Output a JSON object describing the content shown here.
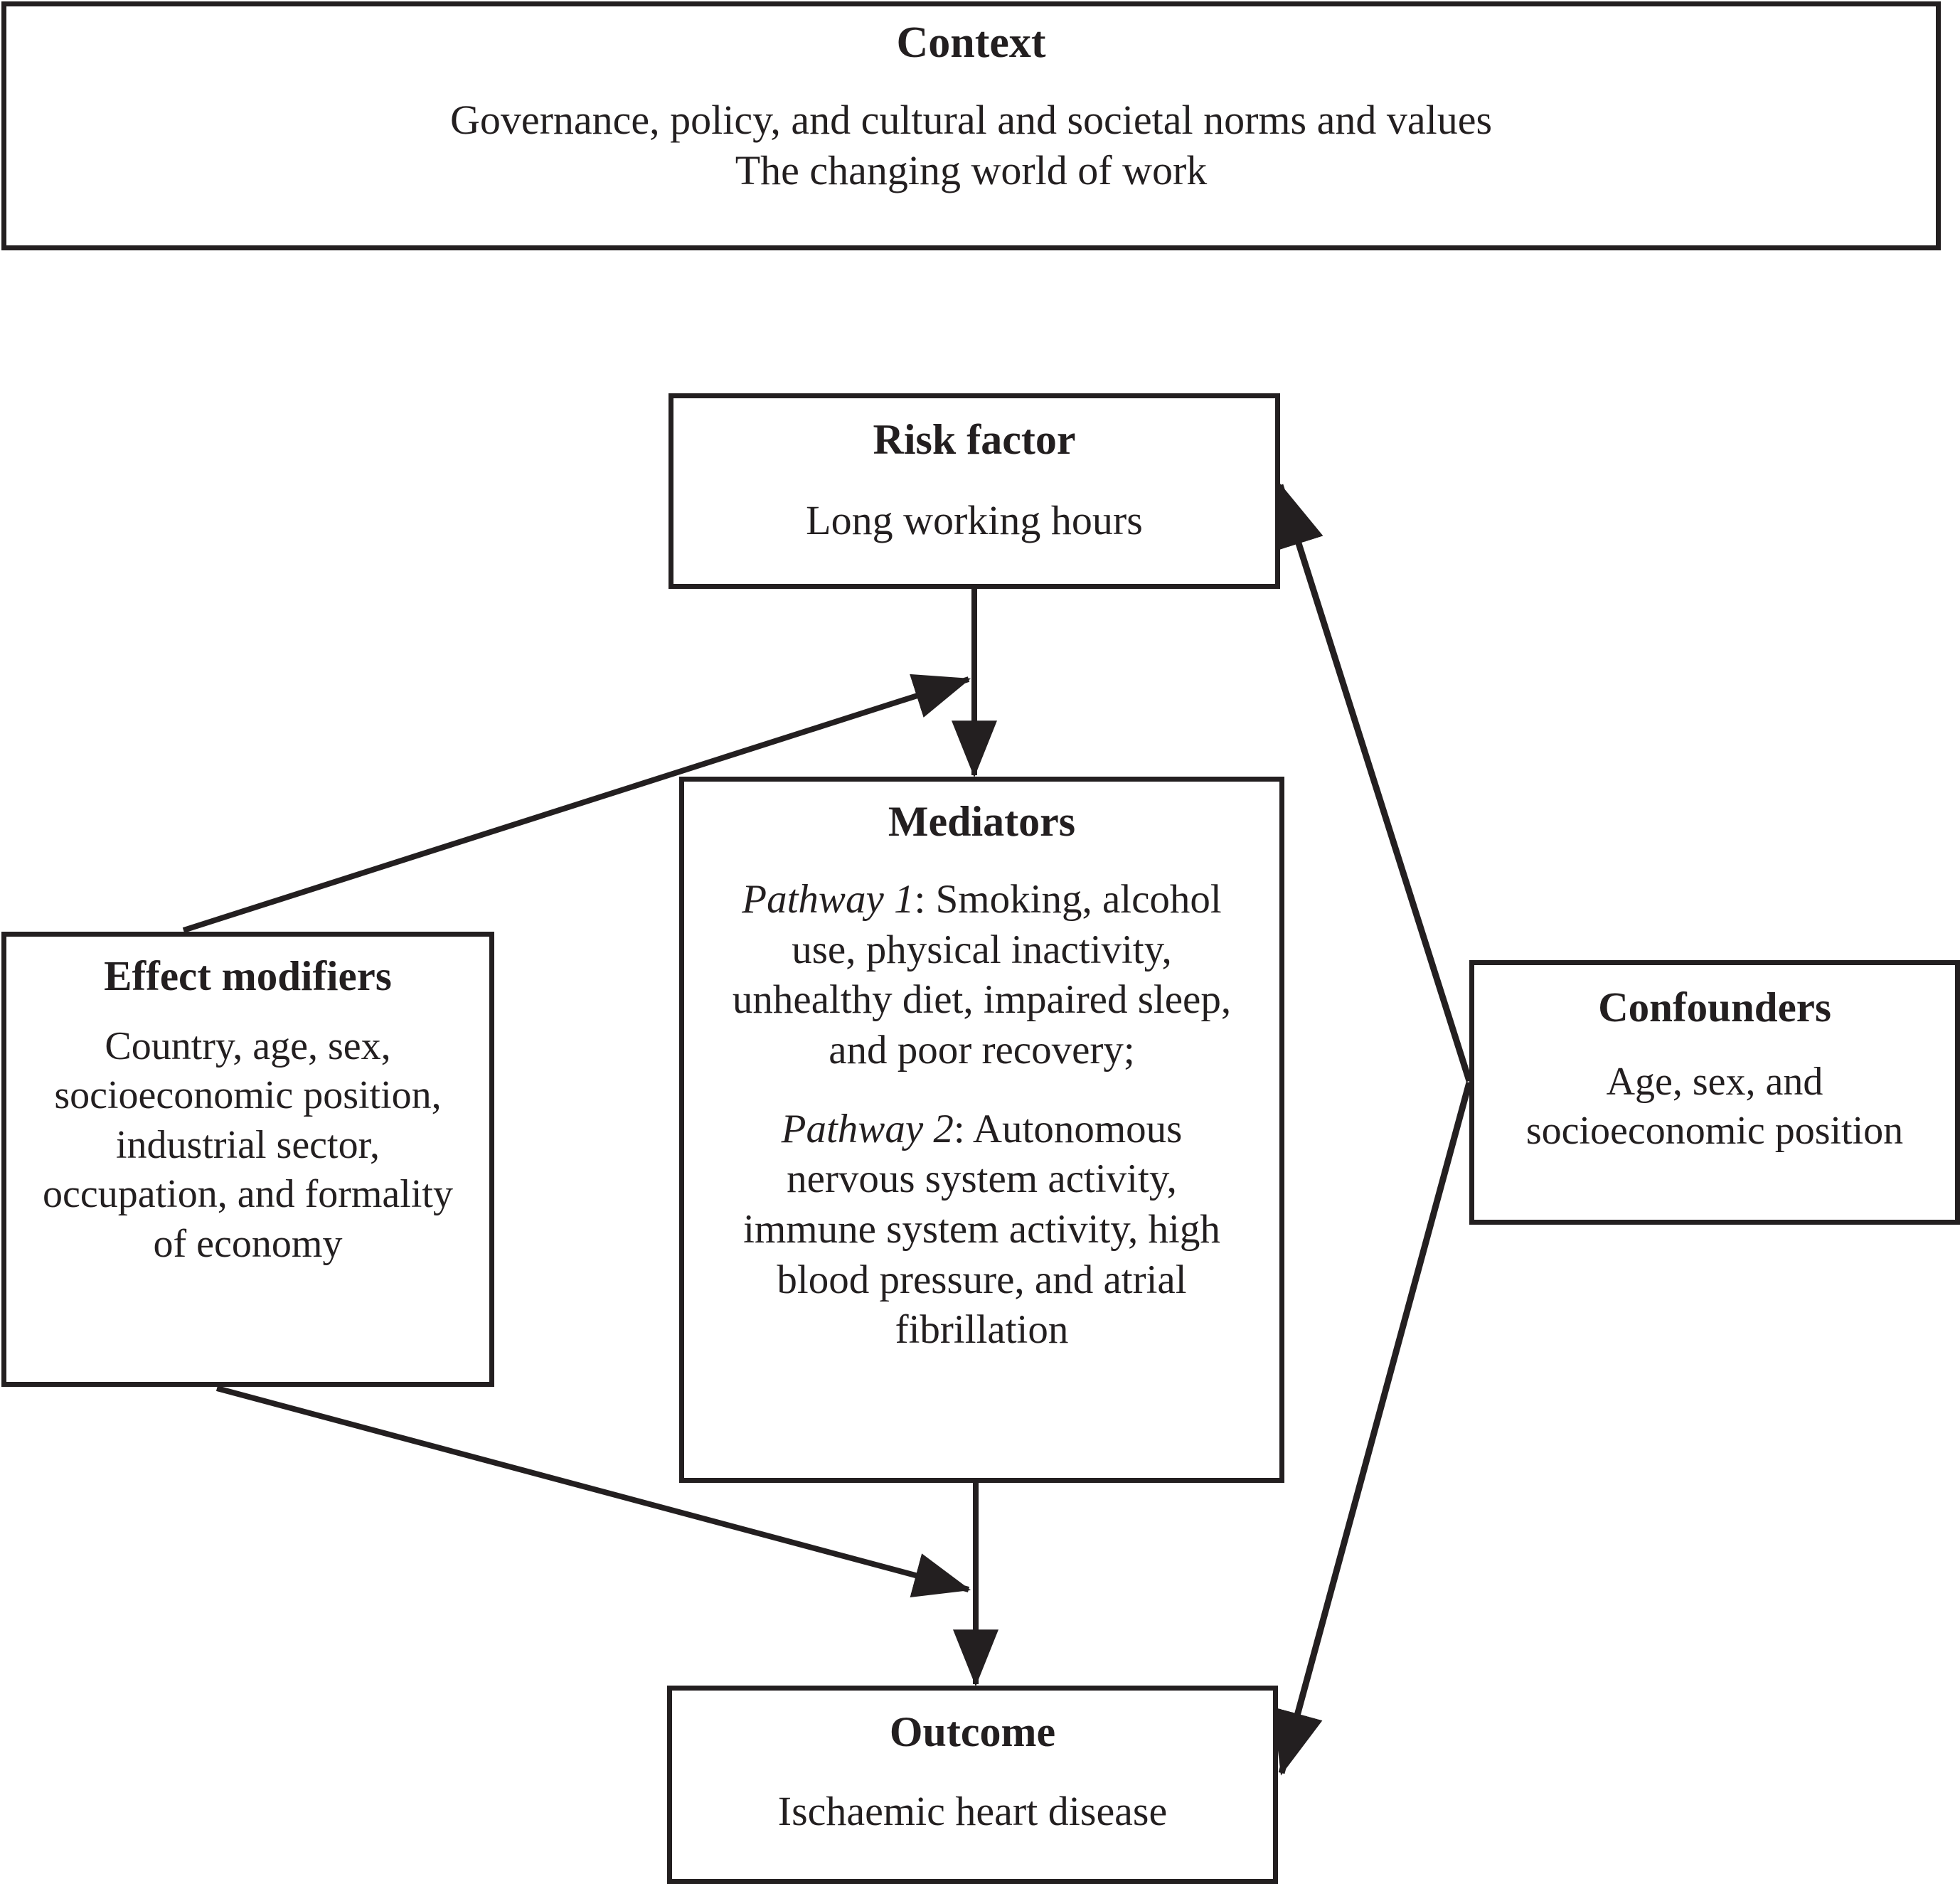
{
  "figure": {
    "type": "conceptual-framework-diagram",
    "boxes": {
      "context": {
        "title": "Context",
        "line1": "Governance, policy, and cultural and societal norms and values",
        "line2": "The changing world of work"
      },
      "risk_factor": {
        "title": "Risk factor",
        "body": "Long working hours"
      },
      "mediators": {
        "title": "Mediators",
        "pathway1_label": "Pathway 1",
        "pathway1_text": ": Smoking, alcohol use, physical inactivity, unhealthy diet, impaired sleep, and poor recovery;",
        "pathway2_label": "Pathway 2",
        "pathway2_text": ": Autonomous nervous system activity, immune system activity, high blood pressure, and atrial fibrillation"
      },
      "effect_modifiers": {
        "title": "Effect modifiers",
        "body": "Country, age, sex, socioeconomic position, industrial sector, occupation, and formality of economy"
      },
      "confounders": {
        "title": "Confounders",
        "body": "Age, sex, and socioeconomic position"
      },
      "outcome": {
        "title": "Outcome",
        "body": "Ischaemic heart disease"
      }
    },
    "arrows": [
      {
        "name": "risk-factor-to-mediators",
        "from": "risk_factor",
        "to": "mediators",
        "style": "straight-vertical"
      },
      {
        "name": "effect-modifiers-to-risk-pathway",
        "from": "effect_modifiers",
        "to": "risk-factor-to-mediators-link",
        "style": "diagonal"
      },
      {
        "name": "effect-modifiers-to-mediators-outcome-pathway",
        "from": "effect_modifiers",
        "to": "mediators-to-outcome-link",
        "style": "diagonal"
      },
      {
        "name": "mediators-to-outcome",
        "from": "mediators",
        "to": "outcome",
        "style": "straight-vertical"
      },
      {
        "name": "confounders-to-risk-factor",
        "from": "confounders",
        "to": "risk_factor",
        "style": "diagonal"
      },
      {
        "name": "confounders-to-outcome",
        "from": "confounders",
        "to": "outcome",
        "style": "diagonal"
      }
    ],
    "colors": {
      "stroke": "#231f20",
      "background": "#ffffff"
    }
  }
}
